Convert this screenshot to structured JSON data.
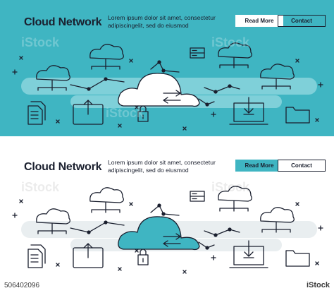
{
  "banners": [
    {
      "title": "Cloud Network",
      "description": "Lorem ipsum dolor sit amet, consectetur adipiscingelit, sed do eiusmod",
      "buttons": {
        "read_more": "Read More",
        "contact": "Contact"
      },
      "theme": {
        "background": "#3fb5c2",
        "line": "#1a1f2e",
        "cloud_fill": "#ffffff",
        "band": "#7fd0d9"
      }
    },
    {
      "title": "Cloud Network",
      "description": "Lorem ipsum dolor sit amet, consectetur adipiscingelit, sed do eiusmod",
      "buttons": {
        "read_more": "Read More",
        "contact": "Contact"
      },
      "theme": {
        "background": "#ffffff",
        "line": "#1a1f2e",
        "cloud_fill": "#3fb5c2",
        "band": "#e9eef0"
      }
    }
  ],
  "watermark": "iStock",
  "footer": {
    "image_id": "506402096",
    "logo": "iStock"
  },
  "icons": [
    "cloud-icon",
    "document-icon",
    "upload-tablet-icon",
    "lock-icon",
    "transfer-arrows-icon",
    "download-laptop-icon",
    "folder-icon",
    "server-icon"
  ]
}
